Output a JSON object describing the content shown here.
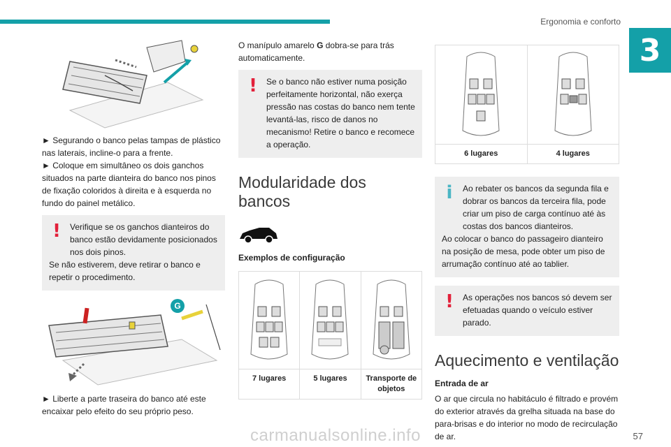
{
  "header": {
    "title": "Ergonomia e conforto",
    "chapter": "3"
  },
  "col1": {
    "p1": "► Segurando o banco pelas tampas de plástico nas laterais, incline-o para a frente.",
    "p2": "► Coloque em simultâneo os dois ganchos situados na parte dianteira do banco nos pinos de fixação coloridos à direita e à esquerda no fundo do painel metálico.",
    "warn1_line1": "Verifique se os ganchos dianteiros do banco estão devidamente posicionados nos dois pinos.",
    "warn1_line2": "Se não estiverem, deve retirar o banco e repetir o procedimento.",
    "illus_label": "G",
    "p3": "► Liberte a parte traseira do banco até este encaixar pelo efeito do seu próprio peso."
  },
  "col2": {
    "p1_pre": "O manípulo amarelo ",
    "p1_bold": "G",
    "p1_post": " dobra-se para trás automaticamente.",
    "warn2": "Se o banco não estiver numa posição perfeitamente horizontal, não exerça pressão nas costas do banco nem tente levantá-las, risco de danos no mecanismo! Retire o banco e recomece a operação.",
    "section_title": "Modularidade dos bancos",
    "sub_title": "Exemplos de configuração",
    "configs": [
      "7 lugares",
      "5 lugares",
      "Transporte de objetos"
    ]
  },
  "col3": {
    "configs": [
      "6 lugares",
      "4 lugares"
    ],
    "info_line1": "Ao rebater os bancos da segunda fila e dobrar os bancos da terceira fila, pode criar um piso de carga contínuo até às costas dos bancos dianteiros.",
    "info_line2": "Ao colocar o banco do passageiro dianteiro na posição de mesa, pode obter um piso de arrumação contínuo até ao tablier.",
    "warn3": "As operações nos bancos só devem ser efetuadas quando o veículo estiver parado.",
    "section_title": "Aquecimento e ventilação",
    "sub_title": "Entrada de ar",
    "p1": "O ar que circula no habitáculo é filtrado e provém do exterior através da grelha situada na base do para-brisas e do interior no modo de recirculação de ar."
  },
  "footer": {
    "page_number": "57",
    "watermark": "carmanualsonline.info"
  },
  "colors": {
    "accent": "#14a0a8",
    "warning": "#e2203a",
    "info": "#4ab5c4"
  }
}
